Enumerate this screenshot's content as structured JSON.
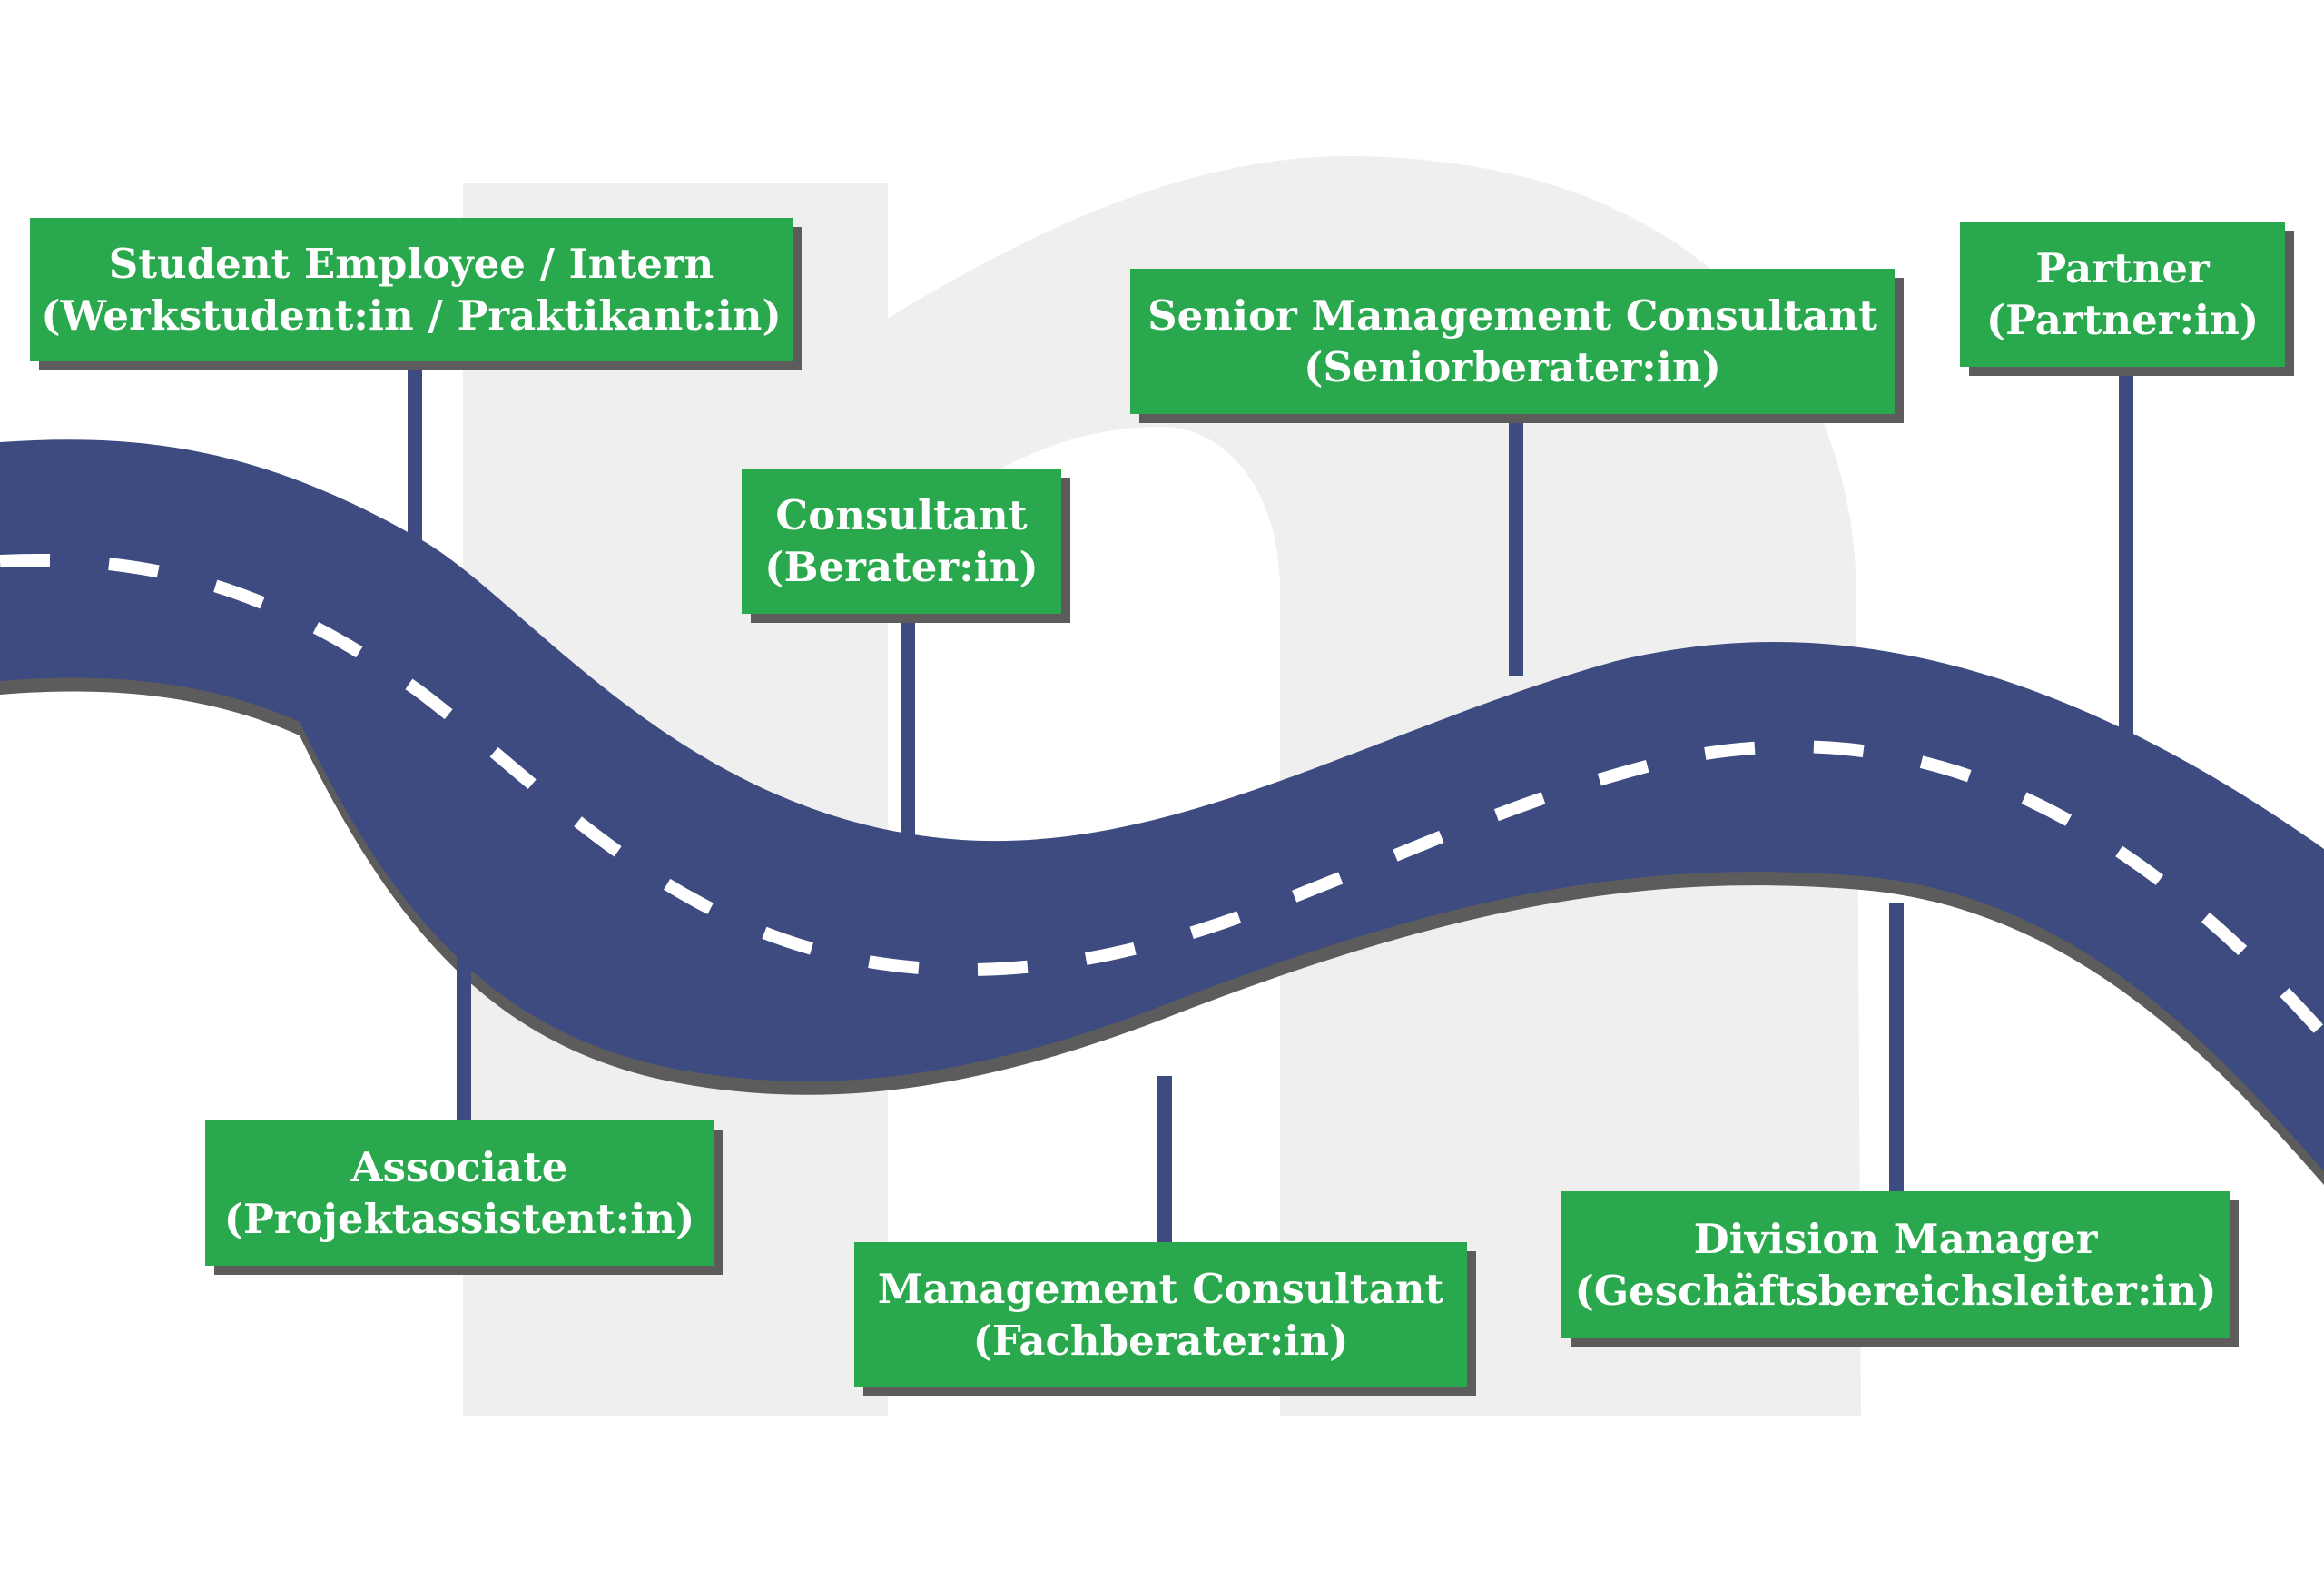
{
  "colors": {
    "road": "#3d4b80",
    "road_shadow": "#5c5c5c",
    "lane_marking": "#ffffff",
    "card": "#2aa84e",
    "card_shadow": "#5c5c5c",
    "card_text": "#ffffff",
    "connector": "#3d4b80",
    "watermark": "#efefef"
  },
  "milestones": [
    {
      "title": "Student Employee / Intern",
      "subtitle": "(Werkstudent:in / Praktikant:in)"
    },
    {
      "title": "Associate",
      "subtitle": "(Projektassistent:in)"
    },
    {
      "title": "Consultant",
      "subtitle": "(Berater:in)"
    },
    {
      "title": "Management Consultant",
      "subtitle": "(Fachberater:in)"
    },
    {
      "title": "Senior Management Consultant",
      "subtitle": "(Seniorberater:in)"
    },
    {
      "title": "Division Manager",
      "subtitle": "(Geschäftsbereichsleiter:in)"
    },
    {
      "title": "Partner",
      "subtitle": "(Partner:in)"
    }
  ]
}
